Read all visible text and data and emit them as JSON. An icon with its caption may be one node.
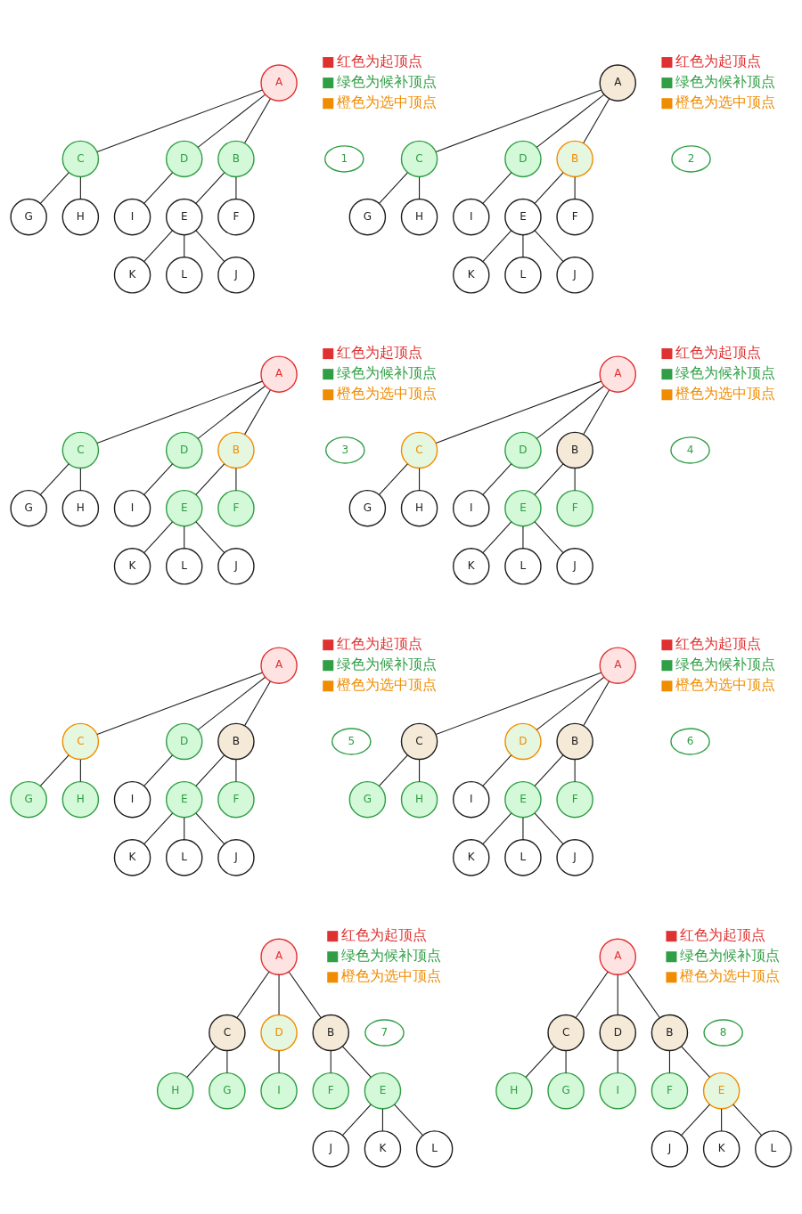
{
  "diagram": {
    "nodes": [
      {
        "text": [
          "A"
        ]
      },
      {
        "text": [
          "B"
        ]
      },
      {
        "text": [
          "C"
        ]
      },
      {
        "text": [
          "D"
        ]
      },
      {
        "text": [
          "E"
        ]
      },
      {
        "text": [
          "F"
        ]
      },
      {
        "text": [
          "G"
        ]
      },
      {
        "text": [
          "H"
        ]
      },
      {
        "text": [
          "I"
        ]
      },
      {
        "text": [
          "J"
        ]
      },
      {
        "text": [
          "K"
        ]
      },
      {
        "text": [
          "L"
        ]
      },
      {
        "text": [
          "1"
        ]
      },
      {
        "text": [
          "A"
        ]
      },
      {
        "text": [
          "B"
        ]
      },
      {
        "text": [
          "C"
        ]
      },
      {
        "text": [
          "D"
        ]
      },
      {
        "text": [
          "E"
        ]
      },
      {
        "text": [
          "F"
        ]
      },
      {
        "text": [
          "G"
        ]
      },
      {
        "text": [
          "H"
        ]
      },
      {
        "text": [
          "I"
        ]
      },
      {
        "text": [
          "J"
        ]
      },
      {
        "text": [
          "K"
        ]
      },
      {
        "text": [
          "L"
        ]
      },
      {
        "text": [
          "2"
        ]
      },
      {
        "text": [
          "A"
        ]
      },
      {
        "text": [
          "B"
        ]
      },
      {
        "text": [
          "C"
        ]
      },
      {
        "text": [
          "D"
        ]
      },
      {
        "text": [
          "E"
        ]
      },
      {
        "text": [
          "F"
        ]
      },
      {
        "text": [
          "G"
        ]
      },
      {
        "text": [
          "H"
        ]
      },
      {
        "text": [
          "I"
        ]
      },
      {
        "text": [
          "J"
        ]
      },
      {
        "text": [
          "K"
        ]
      },
      {
        "text": [
          "L"
        ]
      },
      {
        "text": [
          "3"
        ]
      },
      {
        "text": [
          "A"
        ]
      },
      {
        "text": [
          "B"
        ]
      },
      {
        "text": [
          "C"
        ]
      },
      {
        "text": [
          "D"
        ]
      },
      {
        "text": [
          "E"
        ]
      },
      {
        "text": [
          "F"
        ]
      },
      {
        "text": [
          "G"
        ]
      },
      {
        "text": [
          "H"
        ]
      },
      {
        "text": [
          "I"
        ]
      },
      {
        "text": [
          "J"
        ]
      },
      {
        "text": [
          "K"
        ]
      },
      {
        "text": [
          "L"
        ]
      },
      {
        "text": [
          "4"
        ]
      },
      {
        "text": [
          "A"
        ]
      },
      {
        "text": [
          "B"
        ]
      },
      {
        "text": [
          "C"
        ]
      },
      {
        "text": [
          "D"
        ]
      },
      {
        "text": [
          "E"
        ]
      },
      {
        "text": [
          "F"
        ]
      },
      {
        "text": [
          "G"
        ]
      },
      {
        "text": [
          "H"
        ]
      },
      {
        "text": [
          "I"
        ]
      },
      {
        "text": [
          "J"
        ]
      },
      {
        "text": [
          "K"
        ]
      },
      {
        "text": [
          "L"
        ]
      },
      {
        "text": [
          "5"
        ]
      },
      {
        "text": [
          "A"
        ]
      },
      {
        "text": [
          "B"
        ]
      },
      {
        "text": [
          "C"
        ]
      },
      {
        "text": [
          "D"
        ]
      },
      {
        "text": [
          "E"
        ]
      },
      {
        "text": [
          "F"
        ]
      },
      {
        "text": [
          "G"
        ]
      },
      {
        "text": [
          "H"
        ]
      },
      {
        "text": [
          "I"
        ]
      },
      {
        "text": [
          "J"
        ]
      },
      {
        "text": [
          "K"
        ]
      },
      {
        "text": [
          "L"
        ]
      },
      {
        "text": [
          "6"
        ]
      },
      {
        "text": [
          "A"
        ]
      },
      {
        "text": [
          "B"
        ]
      },
      {
        "text": [
          "C"
        ]
      },
      {
        "text": [
          "D"
        ]
      },
      {
        "text": [
          "E"
        ]
      },
      {
        "text": [
          "F"
        ]
      },
      {
        "text": [
          "G"
        ]
      },
      {
        "text": [
          "H"
        ]
      },
      {
        "text": [
          "I"
        ]
      },
      {
        "text": [
          "J"
        ]
      },
      {
        "text": [
          "K"
        ]
      },
      {
        "text": [
          "L"
        ]
      },
      {
        "text": [
          "7"
        ]
      },
      {
        "text": [
          "A"
        ]
      },
      {
        "text": [
          "B"
        ]
      },
      {
        "text": [
          "C"
        ]
      },
      {
        "text": [
          "D"
        ]
      },
      {
        "text": [
          "E"
        ]
      },
      {
        "text": [
          "F"
        ]
      },
      {
        "text": [
          "G"
        ]
      },
      {
        "text": [
          "H"
        ]
      },
      {
        "text": [
          "I"
        ]
      },
      {
        "text": [
          "J"
        ]
      },
      {
        "text": [
          "K"
        ]
      },
      {
        "text": [
          "L"
        ]
      },
      {
        "text": [
          "8"
        ]
      }
    ],
    "edges": [
      {
        "from": 0,
        "to": 1,
        "arrow": "none"
      },
      {
        "from": 0,
        "to": 2,
        "arrow": "none"
      },
      {
        "from": 0,
        "to": 3,
        "arrow": "none"
      },
      {
        "from": 1,
        "to": 4,
        "arrow": "none"
      },
      {
        "from": 1,
        "to": 5,
        "arrow": "none"
      },
      {
        "from": 2,
        "to": 6,
        "arrow": "none"
      },
      {
        "from": 2,
        "to": 7,
        "arrow": "none"
      },
      {
        "from": 3,
        "to": 8,
        "arrow": "none"
      },
      {
        "from": 4,
        "to": 9,
        "arrow": "none"
      },
      {
        "from": 4,
        "to": 10,
        "arrow": "none"
      },
      {
        "from": 4,
        "to": 11,
        "arrow": "none"
      },
      {
        "from": 13,
        "to": 14,
        "arrow": "none"
      },
      {
        "from": 13,
        "to": 15,
        "arrow": "none"
      },
      {
        "from": 13,
        "to": 16,
        "arrow": "none"
      },
      {
        "from": 14,
        "to": 17,
        "arrow": "none"
      },
      {
        "from": 14,
        "to": 18,
        "arrow": "none"
      },
      {
        "from": 15,
        "to": 19,
        "arrow": "none"
      },
      {
        "from": 15,
        "to": 20,
        "arrow": "none"
      },
      {
        "from": 16,
        "to": 21,
        "arrow": "none"
      },
      {
        "from": 17,
        "to": 22,
        "arrow": "none"
      },
      {
        "from": 17,
        "to": 23,
        "arrow": "none"
      },
      {
        "from": 17,
        "to": 24,
        "arrow": "none"
      },
      {
        "from": 26,
        "to": 27,
        "arrow": "none"
      },
      {
        "from": 26,
        "to": 28,
        "arrow": "none"
      },
      {
        "from": 26,
        "to": 29,
        "arrow": "none"
      },
      {
        "from": 27,
        "to": 30,
        "arrow": "none"
      },
      {
        "from": 27,
        "to": 31,
        "arrow": "none"
      },
      {
        "from": 28,
        "to": 32,
        "arrow": "none"
      },
      {
        "from": 28,
        "to": 33,
        "arrow": "none"
      },
      {
        "from": 29,
        "to": 34,
        "arrow": "none"
      },
      {
        "from": 30,
        "to": 35,
        "arrow": "none"
      },
      {
        "from": 30,
        "to": 36,
        "arrow": "none"
      },
      {
        "from": 30,
        "to": 37,
        "arrow": "none"
      },
      {
        "from": 39,
        "to": 40,
        "arrow": "none"
      },
      {
        "from": 39,
        "to": 41,
        "arrow": "none"
      },
      {
        "from": 39,
        "to": 42,
        "arrow": "none"
      },
      {
        "from": 40,
        "to": 43,
        "arrow": "none"
      },
      {
        "from": 40,
        "to": 44,
        "arrow": "none"
      },
      {
        "from": 41,
        "to": 45,
        "arrow": "none"
      },
      {
        "from": 41,
        "to": 46,
        "arrow": "none"
      },
      {
        "from": 42,
        "to": 47,
        "arrow": "none"
      },
      {
        "from": 43,
        "to": 48,
        "arrow": "none"
      },
      {
        "from": 43,
        "to": 49,
        "arrow": "none"
      },
      {
        "from": 43,
        "to": 50,
        "arrow": "none"
      },
      {
        "from": 52,
        "to": 53,
        "arrow": "none"
      },
      {
        "from": 52,
        "to": 54,
        "arrow": "none"
      },
      {
        "from": 52,
        "to": 55,
        "arrow": "none"
      },
      {
        "from": 53,
        "to": 56,
        "arrow": "none"
      },
      {
        "from": 53,
        "to": 57,
        "arrow": "none"
      },
      {
        "from": 54,
        "to": 58,
        "arrow": "none"
      },
      {
        "from": 54,
        "to": 59,
        "arrow": "none"
      },
      {
        "from": 55,
        "to": 60,
        "arrow": "none"
      },
      {
        "from": 56,
        "to": 61,
        "arrow": "none"
      },
      {
        "from": 56,
        "to": 62,
        "arrow": "none"
      },
      {
        "from": 56,
        "to": 63,
        "arrow": "none"
      },
      {
        "from": 65,
        "to": 66,
        "arrow": "none"
      },
      {
        "from": 65,
        "to": 67,
        "arrow": "none"
      },
      {
        "from": 65,
        "to": 68,
        "arrow": "none"
      },
      {
        "from": 66,
        "to": 69,
        "arrow": "none"
      },
      {
        "from": 66,
        "to": 70,
        "arrow": "none"
      },
      {
        "from": 67,
        "to": 71,
        "arrow": "none"
      },
      {
        "from": 67,
        "to": 72,
        "arrow": "none"
      },
      {
        "from": 68,
        "to": 73,
        "arrow": "none"
      },
      {
        "from": 69,
        "to": 74,
        "arrow": "none"
      },
      {
        "from": 69,
        "to": 75,
        "arrow": "none"
      },
      {
        "from": 69,
        "to": 76,
        "arrow": "none"
      },
      {
        "from": 78,
        "to": 79,
        "arrow": "none"
      },
      {
        "from": 78,
        "to": 80,
        "arrow": "none"
      },
      {
        "from": 78,
        "to": 81,
        "arrow": "none"
      },
      {
        "from": 79,
        "to": 82,
        "arrow": "none"
      },
      {
        "from": 79,
        "to": 83,
        "arrow": "none"
      },
      {
        "from": 80,
        "to": 84,
        "arrow": "none"
      },
      {
        "from": 80,
        "to": 85,
        "arrow": "none"
      },
      {
        "from": 81,
        "to": 86,
        "arrow": "none"
      },
      {
        "from": 82,
        "to": 87,
        "arrow": "none"
      },
      {
        "from": 82,
        "to": 88,
        "arrow": "none"
      },
      {
        "from": 82,
        "to": 89,
        "arrow": "none"
      },
      {
        "from": 91,
        "to": 92,
        "arrow": "none"
      },
      {
        "from": 91,
        "to": 93,
        "arrow": "none"
      },
      {
        "from": 91,
        "to": 94,
        "arrow": "none"
      },
      {
        "from": 92,
        "to": 95,
        "arrow": "none"
      },
      {
        "from": 92,
        "to": 96,
        "arrow": "none"
      },
      {
        "from": 93,
        "to": 97,
        "arrow": "none"
      },
      {
        "from": 93,
        "to": 98,
        "arrow": "none"
      },
      {
        "from": 94,
        "to": 99,
        "arrow": "none"
      },
      {
        "from": 95,
        "to": 100,
        "arrow": "none"
      },
      {
        "from": 95,
        "to": 101,
        "arrow": "none"
      },
      {
        "from": 95,
        "to": 102,
        "arrow": "none"
      }
    ],
    "legend": [
      {
        "text": "红色为起顶点",
        "color": "#e03131"
      },
      {
        "text": "绿色为候补顶点",
        "color": "#2f9e44"
      },
      {
        "text": "橙色为选中顶点",
        "color": "#f08c00"
      },
      {
        "text": "红色为起顶点",
        "color": "#e03131"
      },
      {
        "text": "绿色为候补顶点",
        "color": "#2f9e44"
      },
      {
        "text": "橙色为选中顶点",
        "color": "#f08c00"
      },
      {
        "text": "红色为起顶点",
        "color": "#e03131"
      },
      {
        "text": "绿色为候补顶点",
        "color": "#2f9e44"
      },
      {
        "text": "橙色为选中顶点",
        "color": "#f08c00"
      },
      {
        "text": "红色为起顶点",
        "color": "#e03131"
      },
      {
        "text": "绿色为候补顶点",
        "color": "#2f9e44"
      },
      {
        "text": "橙色为选中顶点",
        "color": "#f08c00"
      },
      {
        "text": "红色为起顶点",
        "color": "#e03131"
      },
      {
        "text": "绿色为候补顶点",
        "color": "#2f9e44"
      },
      {
        "text": "橙色为选中顶点",
        "color": "#f08c00"
      },
      {
        "text": "红色为起顶点",
        "color": "#e03131"
      },
      {
        "text": "绿色为候补顶点",
        "color": "#2f9e44"
      },
      {
        "text": "橙色为选中顶点",
        "color": "#f08c00"
      },
      {
        "text": "红色为起顶点",
        "color": "#e03131"
      },
      {
        "text": "绿色为候补顶点",
        "color": "#2f9e44"
      },
      {
        "text": "橙色为选中顶点",
        "color": "#f08c00"
      },
      {
        "text": "红色为起顶点",
        "color": "#e03131"
      },
      {
        "text": "绿色为候补顶点",
        "color": "#2f9e44"
      },
      {
        "text": "橙色为选中顶点",
        "color": "#f08c00"
      }
    ]
  }
}
